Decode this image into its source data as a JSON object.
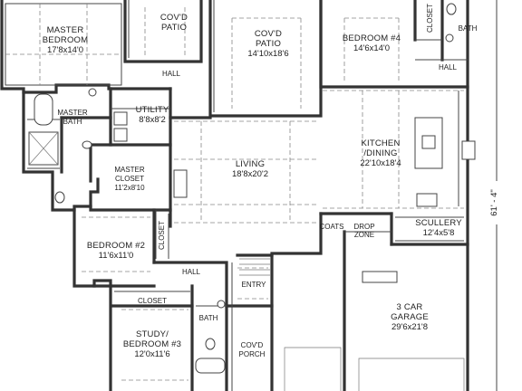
{
  "rooms": {
    "master_bedroom": {
      "name_line1": "MASTER",
      "name_line2": "BEDROOM",
      "dims": "17'8x14'0"
    },
    "covd_patio_left": {
      "name_line1": "COV'D",
      "name_line2": "PATIO"
    },
    "covd_patio_center": {
      "name_line1": "COV'D",
      "name_line2": "PATIO",
      "dims": "14'10x18'6"
    },
    "bedroom4": {
      "name": "BEDROOM #4",
      "dims": "14'6x14'0"
    },
    "closet_top": {
      "name": "CLOSET"
    },
    "bath_top": {
      "name": "BATH"
    },
    "hall_top_right": {
      "name": "HALL"
    },
    "hall_top": {
      "name": "HALL"
    },
    "master_bath": {
      "name_line1": "MASTER",
      "name_line2": "BATH"
    },
    "utility": {
      "name": "UTILITY",
      "dims": "8'8x8'2"
    },
    "kitchen": {
      "name_line1": "KITCHEN",
      "name_line2": "/DINING",
      "dims": "22'10x18'4"
    },
    "living": {
      "name": "LIVING",
      "dims": "18'8x20'2"
    },
    "master_closet": {
      "name_line1": "MASTER",
      "name_line2": "CLOSET",
      "dims": "11'2x8'10"
    },
    "bedroom2": {
      "name": "BEDROOM #2",
      "dims": "11'6x11'0"
    },
    "closet_bed2": {
      "name": "CLOSET"
    },
    "coats": {
      "name": "COATS"
    },
    "drop_zone": {
      "name_line1": "DROP",
      "name_line2": "ZONE"
    },
    "scullery": {
      "name": "SCULLERY",
      "dims": "12'4x5'8"
    },
    "hall_mid": {
      "name": "HALL"
    },
    "entry": {
      "name": "ENTRY"
    },
    "closet_study": {
      "name": "CLOSET"
    },
    "bath_study": {
      "name": "BATH"
    },
    "study": {
      "name_line1": "STUDY/",
      "name_line2": "BEDROOM #3",
      "dims": "12'0x11'6"
    },
    "covd_porch": {
      "name_line1": "COV'D",
      "name_line2": "PORCH"
    },
    "garage": {
      "name_line1": "3 CAR",
      "name_line2": "GARAGE",
      "dims": "29'6x21'8"
    }
  },
  "overall_dimension": "61' - 4\""
}
